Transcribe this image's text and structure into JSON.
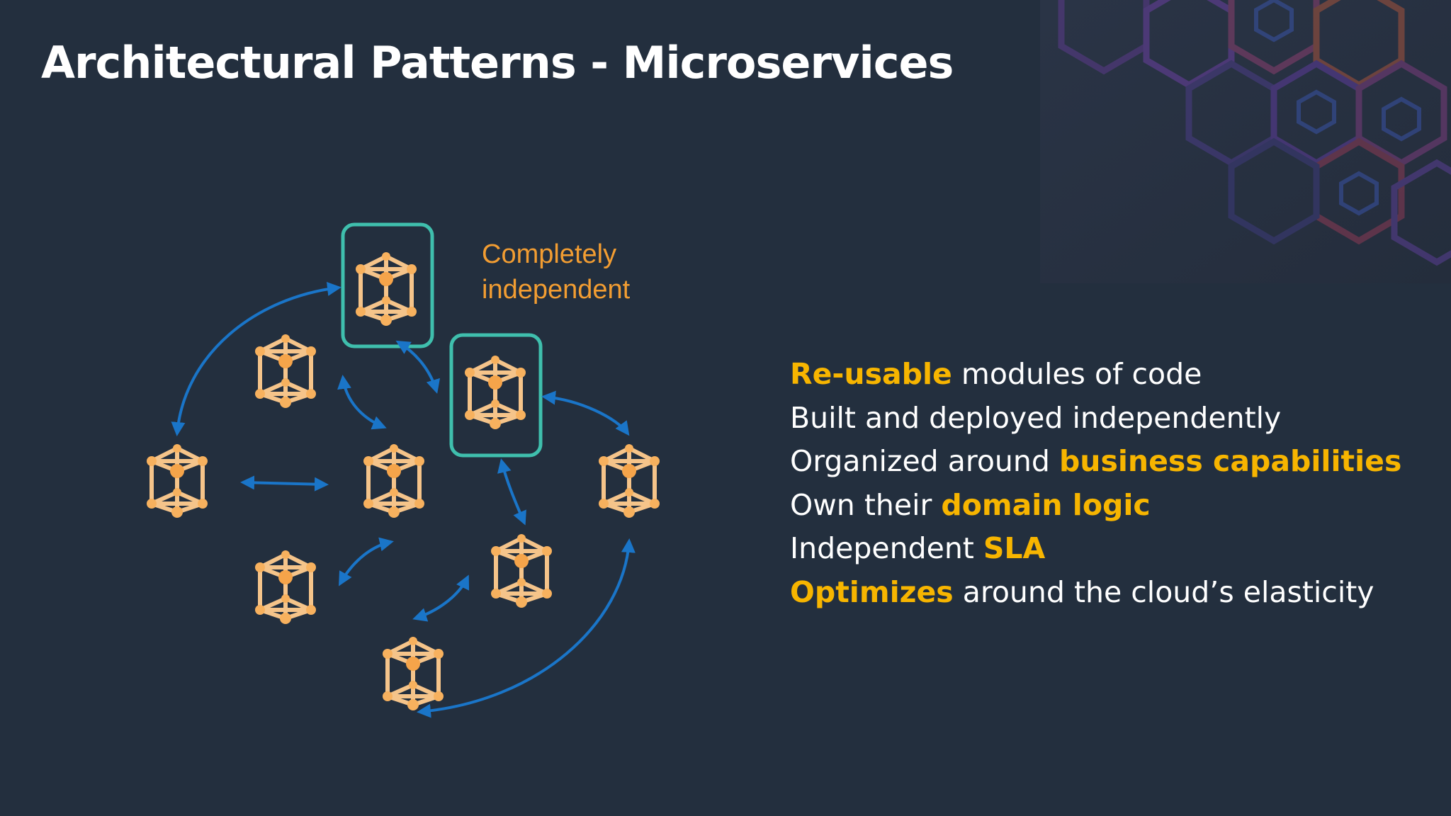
{
  "slide": {
    "title": "Architectural Patterns - Microservices",
    "background_color": "#232f3e"
  },
  "diagram": {
    "callout_lines": [
      "Completely",
      "independent"
    ],
    "node_color": "#f5b26b",
    "arrow_color": "#1a75c8",
    "highlight_border_color": "#3fbfad",
    "callout_color": "#f29d32"
  },
  "bullets": [
    {
      "highlight": "Re-usable",
      "text": " modules of code",
      "highlight_first": true
    },
    {
      "highlight": "",
      "text": "Built and deployed independently",
      "highlight_first": false
    },
    {
      "highlight": "business capabilities",
      "text": "Organized around ",
      "highlight_first": false
    },
    {
      "highlight": "domain logic",
      "text": "Own their ",
      "highlight_first": false
    },
    {
      "highlight": "SLA",
      "text": "Independent ",
      "highlight_first": false
    },
    {
      "highlight": "Optimizes",
      "text": " around the cloud’s elasticity",
      "highlight_first": true
    }
  ],
  "accent_color": "#f7b500"
}
